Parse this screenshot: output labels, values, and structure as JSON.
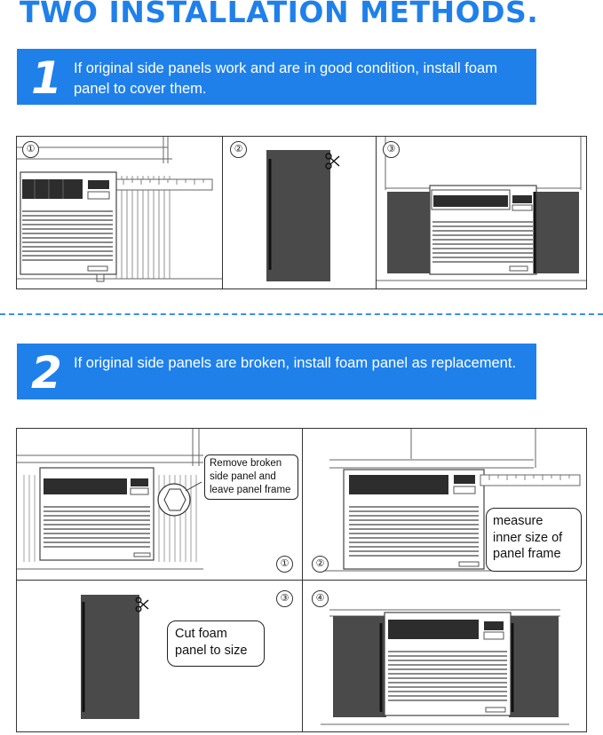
{
  "title": "TWO INSTALLATION METHODS.",
  "method1": {
    "number": "1",
    "text": "If original side panels work and are in good condition, install foam panel to cover them.",
    "steps": [
      "①",
      "②",
      "③"
    ]
  },
  "method2": {
    "number": "2",
    "text": "If original side panels are broken, install foam panel as replacement.",
    "steps": [
      "①",
      "②",
      "③",
      "④"
    ],
    "callouts": {
      "remove": "Remove broken side panel and leave panel frame",
      "measure": "measure inner size of panel frame",
      "cut": "Cut foam panel to size"
    }
  },
  "colors": {
    "accent": "#1f80ea",
    "foam": "#4a4a4a",
    "line": "#333333"
  },
  "icons": {
    "cut": "scissors-icon"
  }
}
